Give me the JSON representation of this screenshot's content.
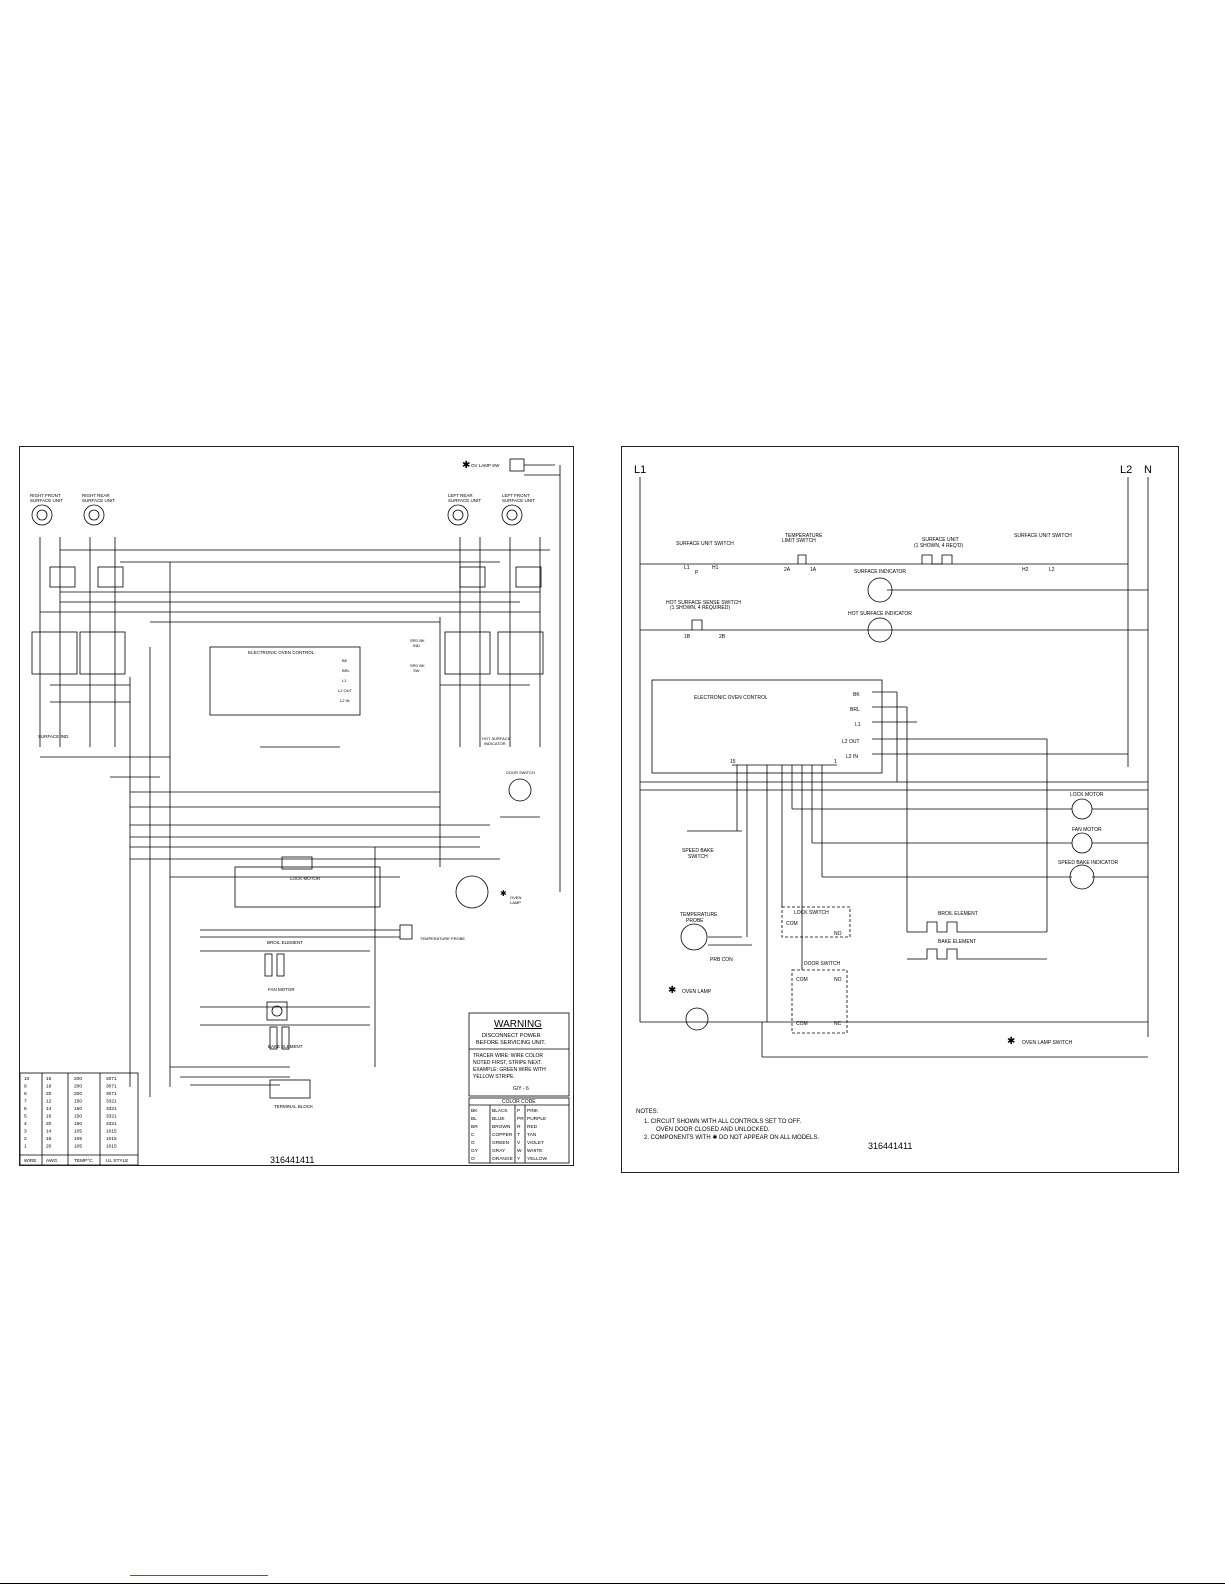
{
  "left": {
    "lamp_switch": "OV LAMP SW",
    "units": [
      "RIGHT FRONT",
      "SURFACE UNIT",
      "RIGHT REAR",
      "SURFACE UNIT",
      "LEFT REAR",
      "SURFACE UNIT",
      "LEFT FRONT",
      "SURFACE UNIT"
    ],
    "eoc_label": "ELECTRONIC OVEN CONTROL",
    "eoc_terms": [
      "BK",
      "BRL",
      "L1",
      "L2 OUT",
      "L2 IN"
    ],
    "spd_bk_sw": [
      "SPD BK",
      "SW"
    ],
    "spd_bk_ind": [
      "SPD BK",
      "IND"
    ],
    "surface_ind": "SURFACE IND.",
    "hot_surface_ind": [
      "HOT SURFACE",
      "INDICATOR"
    ],
    "door_switch": "DOOR SWITCH",
    "lock_motor": "LOCK MOTOR",
    "oven_lamp": [
      "OVEN",
      "LAMP"
    ],
    "temp_probe": "TEMPERATURE PROBE",
    "broil_element": "BROIL ELEMENT",
    "fan_motor": "FAN MOTOR",
    "bake_element": "BAKE ELEMENT",
    "terminal_block": "TERMINAL BLOCK",
    "warning_title": "WARNING",
    "warning_text": [
      "DISCONNECT POWER",
      "BEFORE SERVICING UNIT."
    ],
    "tracer_text": [
      "TRACER WIRE: WIRE COLOR",
      "NOTED FIRST, STRIPE NEXT.",
      "EXAMPLE: GREEN WIRE WITH",
      "YELLOW STRIPE."
    ],
    "tracer_example": "G/Y - 6",
    "color_code_title": "COLOR CODE",
    "color_code": [
      [
        "BK",
        "BLACK",
        "P",
        "PINK"
      ],
      [
        "BL",
        "BLUE",
        "PR",
        "PURPLE"
      ],
      [
        "BR",
        "BROWN",
        "R",
        "RED"
      ],
      [
        "C",
        "COPPER",
        "T",
        "TAN"
      ],
      [
        "G",
        "GREEN",
        "V",
        "VIOLET"
      ],
      [
        "GY",
        "GRAY",
        "W",
        "WHITE"
      ],
      [
        "O",
        "ORANGE",
        "Y",
        "YELLOW"
      ]
    ],
    "wire_table": {
      "headers": [
        "WIRE",
        "AWG",
        "TEMP°C",
        "UL STYLE"
      ],
      "rows": [
        [
          "10",
          "16",
          "200",
          "3071"
        ],
        [
          "9",
          "18",
          "200",
          "3071"
        ],
        [
          "8",
          "20",
          "200",
          "3071"
        ],
        [
          "7",
          "12",
          "150",
          "3321"
        ],
        [
          "6",
          "14",
          "150",
          "3321"
        ],
        [
          "5",
          "18",
          "150",
          "3321"
        ],
        [
          "4",
          "20",
          "150",
          "3321"
        ],
        [
          "3",
          "14",
          "105",
          "1015"
        ],
        [
          "2",
          "16",
          "105",
          "1015"
        ],
        [
          "1",
          "20",
          "105",
          "1015"
        ]
      ]
    },
    "part_number": "316441411"
  },
  "right": {
    "rails": [
      "L1",
      "L2",
      "N"
    ],
    "surface_unit_switch_1": "SURFACE UNIT SWITCH",
    "sw1_terms": [
      "L1",
      "P",
      "H1"
    ],
    "temp_limit_switch": [
      "TEMPERATURE",
      "LIMIT SWITCH"
    ],
    "tls_terms": [
      "2A",
      "1A"
    ],
    "surface_unit": [
      "SURFACE UNIT",
      "(1 SHOWN, 4 REQ'D)"
    ],
    "surface_unit_switch_2": "SURFACE UNIT SWITCH",
    "sw2_terms": [
      "H2",
      "L2"
    ],
    "surface_indicator": "SURFACE INDICATOR",
    "hot_surface_sense": [
      "HOT SURFACE SENSE SWITCH",
      "(1 SHOWN, 4 REQUIRED)"
    ],
    "hss_terms": [
      "1B",
      "2B"
    ],
    "hot_surface_indicator": "HOT SURFACE INDICATOR",
    "eoc_label": "ELECTRONIC OVEN CONTROL",
    "eoc_terms": [
      "BK",
      "BRL",
      "L1",
      "L2 OUT",
      "L2 IN"
    ],
    "pin_labels": [
      "15",
      "1"
    ],
    "lock_motor": "LOCK MOTOR",
    "fan_motor": "FAN MOTOR",
    "speed_bake_indicator": "SPEED BAKE INDICATOR",
    "speed_bake_switch": [
      "SPEED BAKE",
      "SWITCH"
    ],
    "temp_probe": [
      "TEMPERATURE",
      "PROBE"
    ],
    "prb_con": "PRB CON",
    "lock_switch": "LOCK SWITCH",
    "com": "COM",
    "no": "NO",
    "nc": "NC",
    "broil_element": "BROIL ELEMENT",
    "bake_element": "BAKE ELEMENT",
    "door_switch": "DOOR SWITCH",
    "oven_lamp": "OVEN LAMP",
    "oven_lamp_switch": "OVEN LAMP SWITCH",
    "asterisk": "✱",
    "notes_title": "NOTES:",
    "notes": [
      "1.  CIRCUIT SHOWN WITH ALL CONTROLS SET TO OFF.",
      "OVEN DOOR CLOSED AND UNLOCKED.",
      "2.  COMPONENTS WITH  ✱  DO NOT APPEAR ON ALL MODELS."
    ],
    "part_number": "316441411"
  }
}
